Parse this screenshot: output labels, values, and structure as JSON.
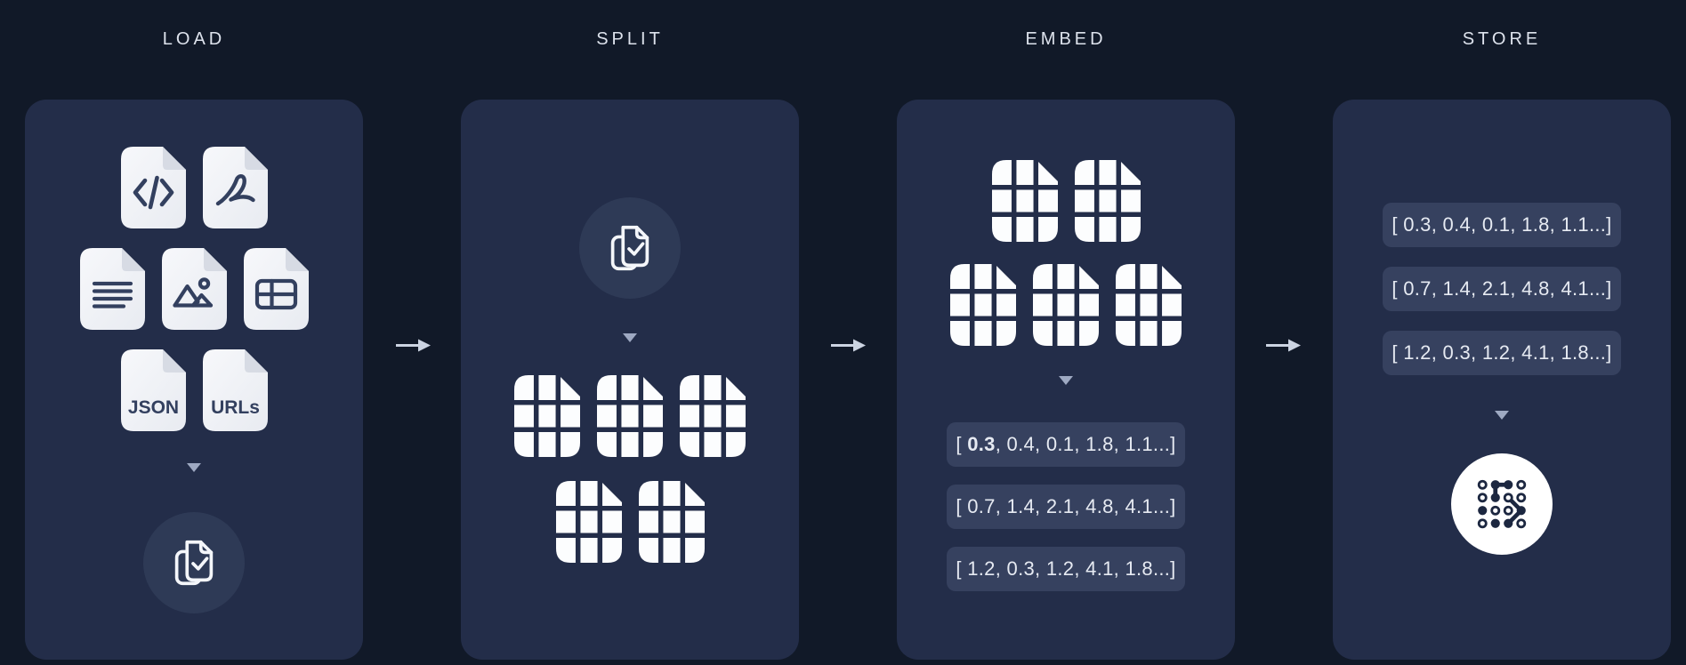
{
  "stages": [
    {
      "id": "load",
      "title": "LOAD"
    },
    {
      "id": "split",
      "title": "SPLIT"
    },
    {
      "id": "embed",
      "title": "EMBED"
    },
    {
      "id": "store",
      "title": "STORE"
    }
  ],
  "load": {
    "file_icons": [
      "code-file",
      "pdf-file",
      "text-lines-file",
      "image-file",
      "table-file",
      "json-file",
      "urls-file"
    ],
    "json_file_label": "JSON",
    "urls_file_label": "URLs",
    "result_icon": "documents-loaded-check"
  },
  "split": {
    "source_icon": "documents-loaded-check",
    "chunk_icon": "chunk-grid",
    "chunk_count": 5
  },
  "embed": {
    "chunk_icon": "chunk-grid",
    "chunk_count": 5,
    "vectors": [
      {
        "pre": "[ ",
        "bold": "0.3",
        "rest": ", 0.4, 0.1, 1.8, 1.1...]"
      },
      {
        "pre": "[ 0.7, 1.4, 2.1, 4.8, 4.1...]",
        "bold": "",
        "rest": ""
      },
      {
        "pre": "[ 1.2, 0.3, 1.2, 4.1, 1.8...]",
        "bold": "",
        "rest": ""
      }
    ]
  },
  "store": {
    "vectors": [
      "[ 0.3, 0.4, 0.1, 1.8, 1.1...]",
      "[ 0.7, 1.4, 2.1, 4.8, 4.1...]",
      "[ 1.2, 0.3, 1.2, 4.1, 1.8...]"
    ],
    "db_icon": "vector-store-dots"
  },
  "flow": {
    "arrow_icon": "right-arrow",
    "connector_icon": "down-triangle"
  },
  "colors": {
    "page_bg": "#111928",
    "panel_bg": "#232d49",
    "chip_bg": "#36415f",
    "inner_circle_bg": "#2e3a56",
    "store_circle_bg": "#ffffff",
    "file_bg": "#f3f5f8",
    "file_fold": "#d7dbe4",
    "glyph": "#33405f",
    "title_text": "#dde2ec",
    "chip_text": "#e6eaf2",
    "arrow": "#ccd4e2",
    "triangle": "#9ea9c2",
    "chunk_white": "#fcfdfe"
  }
}
